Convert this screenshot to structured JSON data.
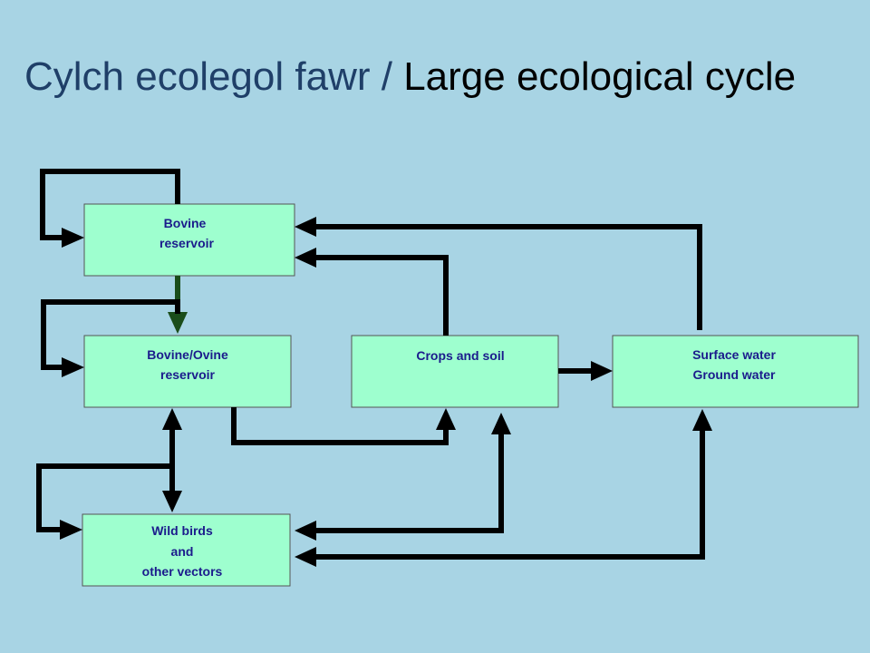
{
  "title": {
    "welsh": "Cylch ecolegol fawr",
    "separator": " / ",
    "english": "Large ecological cycle"
  },
  "nodes": {
    "bovine": {
      "lines": [
        "Bovine",
        "reservoir"
      ]
    },
    "bovine_ovine": {
      "lines": [
        "Bovine/Ovine",
        "reservoir"
      ]
    },
    "crops": {
      "lines": [
        "Crops and soil"
      ]
    },
    "water": {
      "lines": [
        "Surface water",
        "Ground water"
      ]
    },
    "birds": {
      "lines": [
        "Wild birds",
        "and",
        "other vectors"
      ]
    }
  },
  "colors": {
    "background": "#a8d4e4",
    "box_fill": "#9effcf",
    "box_text": "#1b1b8c",
    "title_welsh": "#1f3f68",
    "title_english": "#000000",
    "arrow": "#000000",
    "arrow_dark": "#1a4d1a"
  }
}
